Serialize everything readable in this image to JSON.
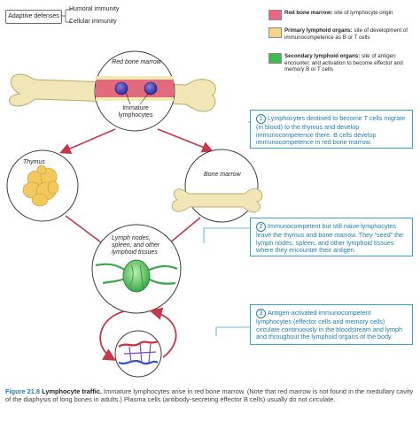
{
  "adaptive": {
    "box_label": "Adaptive defenses",
    "branch_1": "Humoral immunity",
    "branch_2": "Cellular immunity"
  },
  "legend": [
    {
      "color": "#e8697f",
      "title": "Red bone marrow:",
      "desc": " site of lymphocyte origin"
    },
    {
      "color": "#f6d48a",
      "title": "Primary lymphoid organs:",
      "desc": " site of development of immunocompetence as B or T cells"
    },
    {
      "color": "#3dbb4e",
      "title": "Secondary lymphoid organs:",
      "desc": " site of antigen encounter, and activation to become effector and memory B or T cells"
    }
  ],
  "labels": {
    "red_bone_marrow": "Red bone marrow",
    "immature_lymphocytes": "Immature lymphocytes",
    "thymus": "Thymus",
    "bone_marrow": "Bone marrow",
    "lymph_nodes": "Lymph nodes, spleen, and other lymphoid tissues"
  },
  "steps": [
    {
      "num": "1",
      "text": "Lymphocytes destined to become T cells migrate (in blood) to the thymus and develop immunocompetence there. B cells develop immunocompetence in red bone marrow."
    },
    {
      "num": "2",
      "text": "Immunocompetent but still naive lymphocytes leave the thymus and bone marrow. They “seed” the lymph nodes, spleen, and other lymphoid tissues where they encounter their antigen."
    },
    {
      "num": "3",
      "text": "Antigen-activated immunocompetent lymphocytes (effector cells and memory cells) circulate continuously in the bloodstream and lymph and throughout the lymphoid organs of the body."
    }
  ],
  "caption": {
    "figure": "Figure 21.8",
    "title": "Lymphocyte traffic.",
    "text": " Immature lymphocytes arise in red bone marrow. (Note that red marrow is not found in the medullary cavity of the diaphysis of long bones in adults.) Plasma cells (antibody-secreting effector B cells) usually do not circulate."
  }
}
